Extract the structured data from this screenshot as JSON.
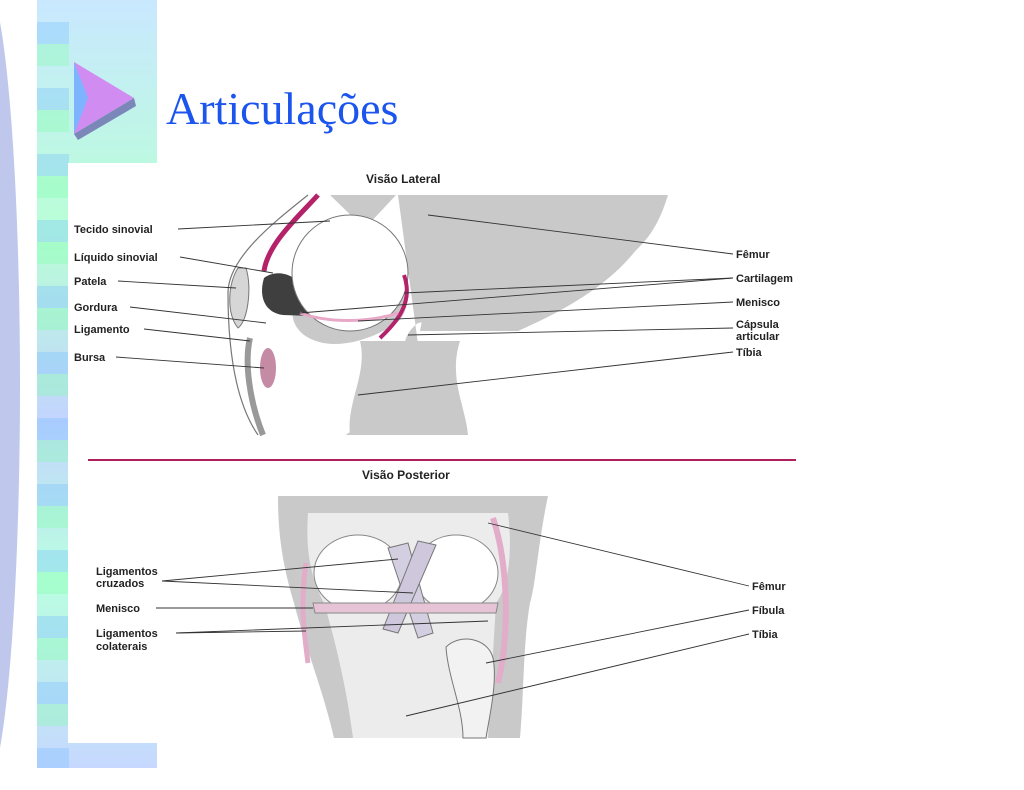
{
  "slide": {
    "title": "Articulações"
  },
  "diagram": {
    "lateral": {
      "heading": "Visão Lateral",
      "left_labels": [
        "Tecido sinovial",
        "Líquido sinovial",
        "Patela",
        "Gordura",
        "Ligamento",
        "Bursa"
      ],
      "right_labels": [
        "Fêmur",
        "Cartilagem",
        "Menisco",
        "Cápsula",
        "articular",
        "Tíbia"
      ]
    },
    "posterior": {
      "heading": "Visão Posterior",
      "left_labels": [
        "Ligamentos",
        "cruzados",
        "Menisco",
        "Ligamentos",
        "colaterais"
      ],
      "right_labels": [
        "Fêmur",
        "Fíbula",
        "Tíbia"
      ]
    }
  },
  "colors": {
    "title": "#1b55ee",
    "bone": "#c9c9c9",
    "synovial": "#b4236a",
    "divider": "#b0205e"
  }
}
